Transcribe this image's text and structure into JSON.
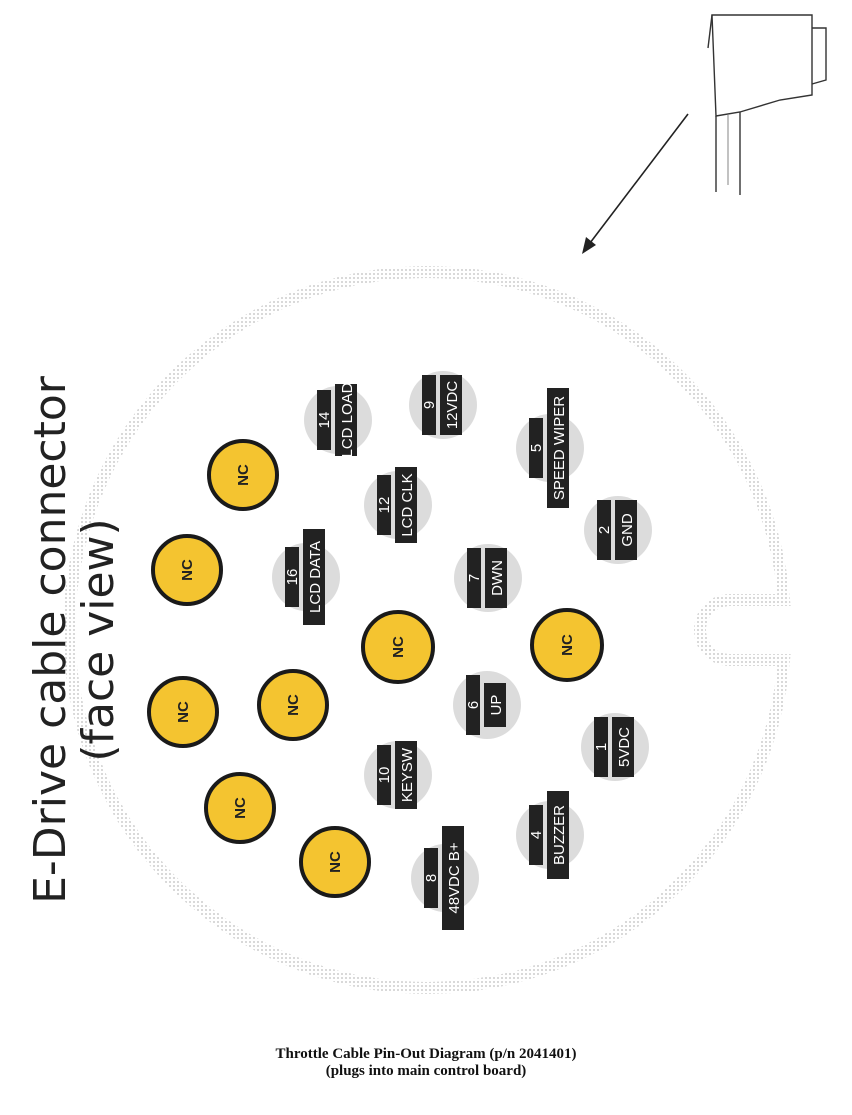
{
  "connector": {
    "title_line1": "E-Drive cable connector",
    "title_line2": "(face view)"
  },
  "pins": [
    {
      "number": "14",
      "label": "LCD  LOAD"
    },
    {
      "number": "9",
      "label": "12VDC"
    },
    {
      "number": "5",
      "label": "SPEED  WIPER"
    },
    {
      "number": "12",
      "label": "LCD  CLK"
    },
    {
      "number": "2",
      "label": "GND"
    },
    {
      "number": "16",
      "label": "LCD  DATA"
    },
    {
      "number": "7",
      "label": "DWN"
    },
    {
      "number": "6",
      "label": "UP"
    },
    {
      "number": "1",
      "label": "5VDC"
    },
    {
      "number": "10",
      "label": "KEYSW"
    },
    {
      "number": "4",
      "label": "BUZZER"
    },
    {
      "number": "8",
      "label": "48VDC  B+"
    }
  ],
  "nc_label": "NC",
  "caption": {
    "line1": "Throttle Cable Pin-Out Diagram (p/n 2041401)",
    "line2": "(plugs into main control board)"
  }
}
